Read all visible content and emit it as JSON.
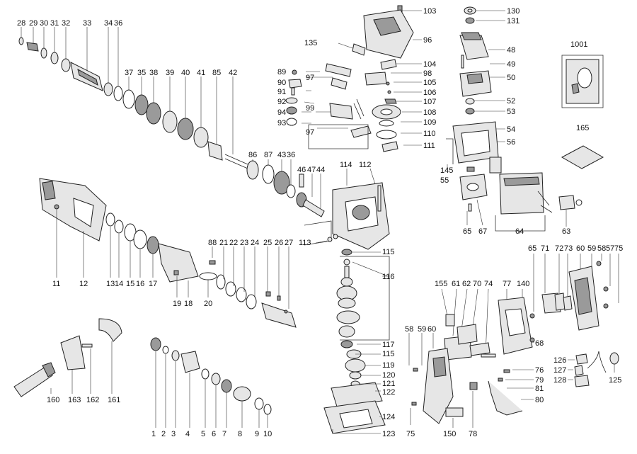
{
  "labels": {
    "l28": "28",
    "l29": "29",
    "l30": "30",
    "l31": "31",
    "l32": "32",
    "l33": "33",
    "l34": "34",
    "l36a": "36",
    "l37": "37",
    "l35": "35",
    "l38": "38",
    "l39": "39",
    "l40": "40",
    "l41": "41",
    "l85": "85",
    "l42": "42",
    "l86": "86",
    "l87": "87",
    "l43": "43",
    "l36b": "36",
    "l46": "46",
    "l47": "47",
    "l44": "44",
    "l114": "114",
    "l112": "112",
    "l113": "113",
    "l115a": "115",
    "l116": "116",
    "l117": "117",
    "l115b": "115",
    "l119": "119",
    "l120": "120",
    "l121": "121",
    "l122": "122",
    "l124": "124",
    "l123": "123",
    "l103": "103",
    "l96": "96",
    "l135": "135",
    "l89": "89",
    "l97a": "97",
    "l90": "90",
    "l91": "91",
    "l92": "92",
    "l94": "94",
    "l93": "93",
    "l99": "99",
    "l97b": "97",
    "l104": "104",
    "l98": "98",
    "l105": "105",
    "l106": "106",
    "l107": "107",
    "l108": "108",
    "l109": "109",
    "l110": "110",
    "l111": "111",
    "l130": "130",
    "l131": "131",
    "l48": "48",
    "l49": "49",
    "l50": "50",
    "l52": "52",
    "l53": "53",
    "l54": "54",
    "l56": "56",
    "l145": "145",
    "l55": "55",
    "l65a": "65",
    "l67": "67",
    "l64": "64",
    "l63": "63",
    "l1001": "1001",
    "l165": "165",
    "l11": "11",
    "l12": "12",
    "l13": "13",
    "l14": "14",
    "l15": "15",
    "l16": "16",
    "l17": "17",
    "l19": "19",
    "l18": "18",
    "l20": "20",
    "l88": "88",
    "l21": "21",
    "l22": "22",
    "l23": "23",
    "l24": "24",
    "l25": "25",
    "l26": "26",
    "l27": "27",
    "l160": "160",
    "l163": "163",
    "l162": "162",
    "l161": "161",
    "l1": "1",
    "l2": "2",
    "l3": "3",
    "l4": "4",
    "l5": "5",
    "l6": "6",
    "l7": "7",
    "l8": "8",
    "l9": "9",
    "l10": "10",
    "l155": "155",
    "l61": "61",
    "l62": "62",
    "l70": "70",
    "l74": "74",
    "l77": "77",
    "l140": "140",
    "l58a": "58",
    "l59a": "59",
    "l60a": "60",
    "l75a": "75",
    "l150": "150",
    "l78": "78",
    "l76": "76",
    "l79": "79",
    "l81": "81",
    "l80": "80",
    "l68": "68",
    "l65b": "65",
    "l71": "71",
    "l72": "72",
    "l73": "73",
    "l60b": "60",
    "l59b": "59",
    "l58b": "58",
    "l57": "57",
    "l75b": "75",
    "l126": "126",
    "l127": "127",
    "l128": "128",
    "l125": "125"
  }
}
